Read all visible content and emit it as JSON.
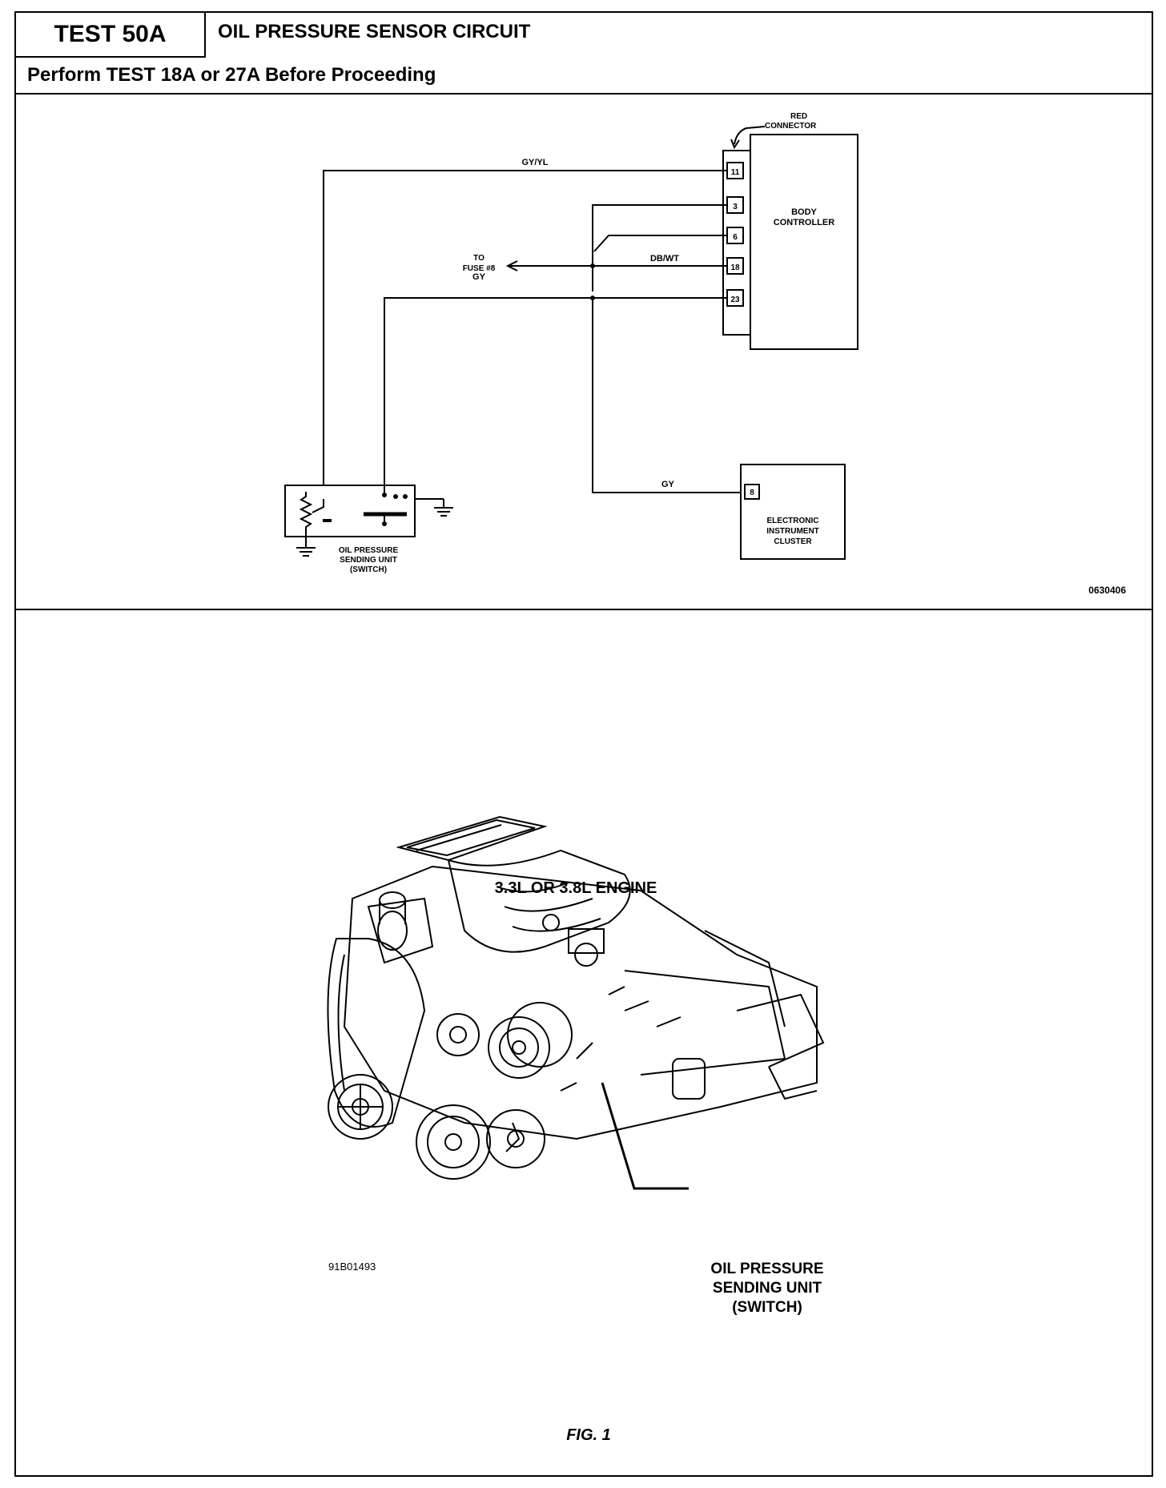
{
  "header": {
    "test_label": "TEST 50A",
    "title": "OIL PRESSURE SENSOR CIRCUIT",
    "prerequisite": "Perform TEST 18A or 27A Before Proceeding"
  },
  "diagram": {
    "red_connector_line1": "RED",
    "red_connector_line2": "CONNECTOR",
    "body_controller_line1": "BODY",
    "body_controller_line2": "CONTROLLER",
    "pins": [
      "11",
      "3",
      "6",
      "18",
      "23"
    ],
    "wire_gy_yl": "GY/YL",
    "wire_db_wt": "DB/WT",
    "wire_gy_1": "GY",
    "wire_gy_2": "GY",
    "to_fuse_line1": "TO",
    "to_fuse_line2": "FUSE #8",
    "cluster_pin": "8",
    "cluster_line1": "ELECTRONIC",
    "cluster_line2": "INSTRUMENT",
    "cluster_line3": "CLUSTER",
    "sender_line1": "OIL PRESSURE",
    "sender_line2": "SENDING UNIT",
    "sender_line3": "(SWITCH)",
    "figure_code": "0630406"
  },
  "figure": {
    "engine_title": "3.3L OR 3.8L ENGINE",
    "callout_line1": "OIL PRESSURE",
    "callout_line2": "SENDING UNIT",
    "callout_line3": "(SWITCH)",
    "image_code": "91B01493",
    "caption": "FIG. 1"
  }
}
